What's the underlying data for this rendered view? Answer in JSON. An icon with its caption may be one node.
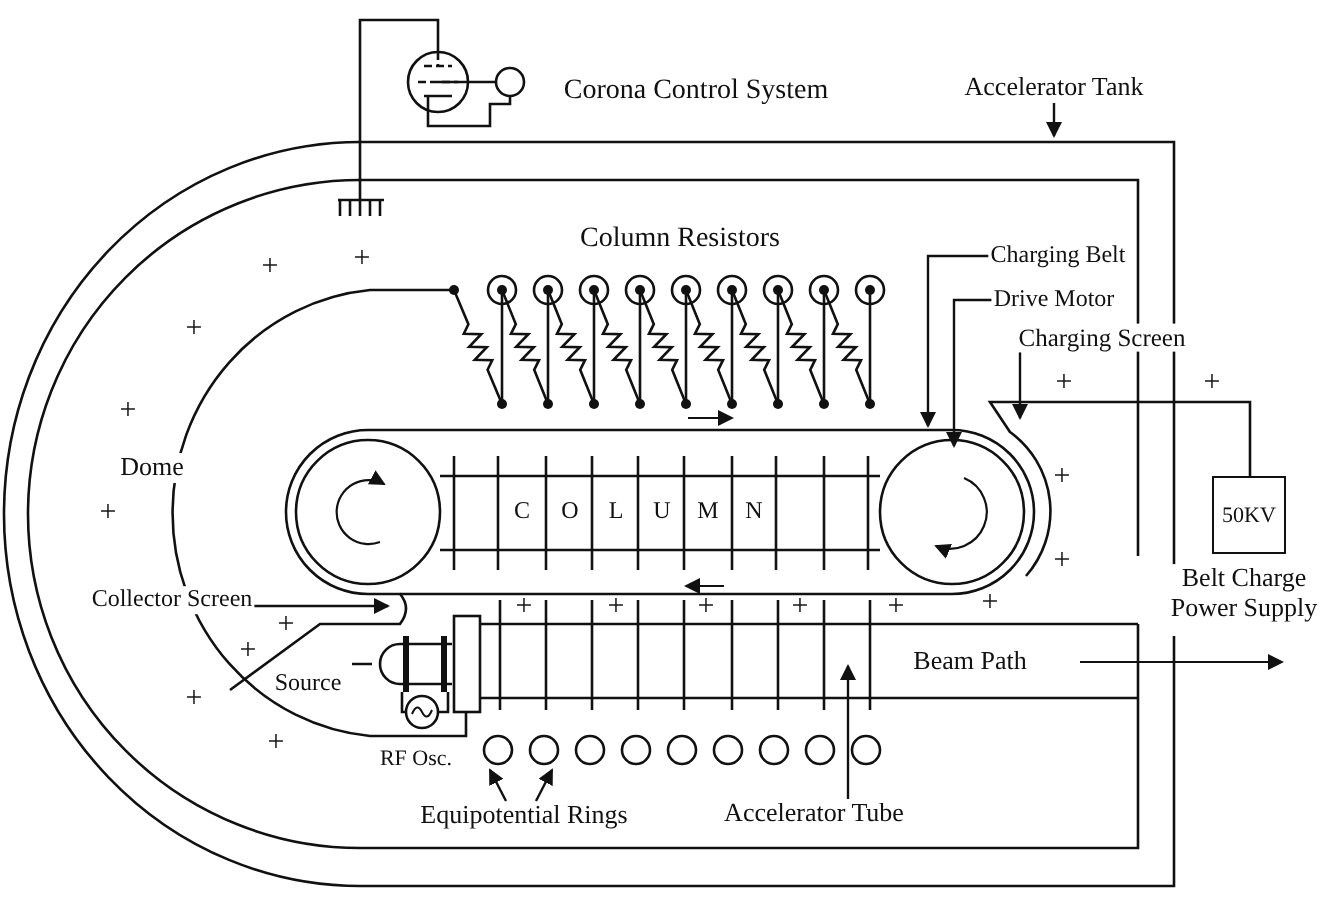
{
  "diagram": {
    "nodes": [
      {
        "text": [
          "Accelerator Tank"
        ]
      },
      {
        "text": [
          "Charging Belt"
        ]
      },
      {
        "text": [
          "Drive Motor"
        ]
      },
      {
        "text": [
          "Charging Screen"
        ]
      },
      {
        "text": [
          "Collector Screen"
        ]
      },
      {
        "text": [
          "Accelerator Tube"
        ]
      },
      {
        "text": [
          "Equipotential Rings"
        ]
      },
      {
        "text": [
          "50KV"
        ],
        "beside": [
          "Belt Charge Power Supply"
        ]
      }
    ],
    "edges": [
      {
        "from": 0,
        "to": null,
        "arrow": "to"
      },
      {
        "from": 1,
        "to": null,
        "arrow": "to"
      },
      {
        "from": 2,
        "to": null,
        "arrow": "to"
      },
      {
        "from": 3,
        "to": null,
        "arrow": "to"
      },
      {
        "from": 4,
        "to": null,
        "arrow": "to"
      },
      {
        "from": 5,
        "to": null,
        "arrow": "to"
      },
      {
        "from": 6,
        "to": null,
        "arrow": "to"
      },
      {
        "from": 6,
        "to": null,
        "arrow": "to"
      }
    ],
    "labels": [
      "Corona Control System",
      "Column Resistors",
      "+",
      "+",
      "+",
      "+",
      "+",
      "+",
      "Dome",
      "+",
      "+",
      "C",
      "O",
      "L",
      "U",
      "M",
      "N",
      "+",
      "+",
      "+",
      "+",
      "+",
      "+",
      "+",
      "+",
      "+",
      "Beam Path",
      "Source",
      "+",
      "+",
      "RF Osc."
    ]
  }
}
